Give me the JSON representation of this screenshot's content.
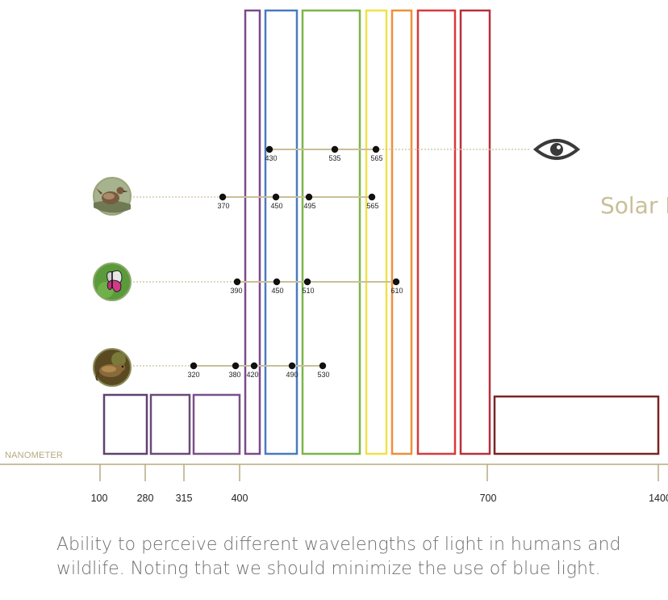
{
  "axis": {
    "label": "NANOMETER",
    "ticks": [
      "100",
      "280",
      "315",
      "400",
      "700",
      "1400"
    ]
  },
  "solar_label": "Solar R",
  "caption": {
    "line1": "Ability to perceive different wavelengths of light in humans and",
    "line2": "wildlife. Noting that we should minimize the use of blue light."
  },
  "colors": {
    "axis": "#b5aa80",
    "connector": "#c9bf98",
    "uv_box": "#6a4a7a",
    "ir_box": "#7a2424",
    "bands": [
      "#7a4a8a",
      "#4a7abf",
      "#7ab648",
      "#efe24a",
      "#ef8f3a",
      "#d83a3a",
      "#b8303a"
    ]
  },
  "rows": [
    {
      "name": "human",
      "icon": "eye-icon",
      "points": [
        "430",
        "535",
        "565"
      ]
    },
    {
      "name": "bird",
      "icon": "bird-icon",
      "points": [
        "370",
        "450",
        "495",
        "565"
      ]
    },
    {
      "name": "butterfly",
      "icon": "butterfly-icon",
      "points": [
        "390",
        "450",
        "510",
        "610"
      ]
    },
    {
      "name": "rodent",
      "icon": "rodent-icon",
      "points": [
        "320",
        "380",
        "420",
        "490",
        "530"
      ]
    }
  ]
}
